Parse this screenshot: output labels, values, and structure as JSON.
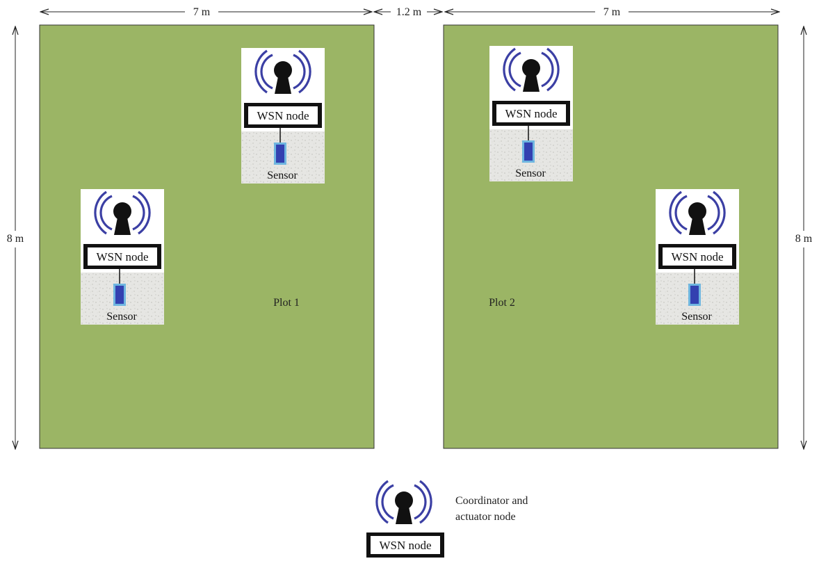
{
  "dimensions": {
    "top_left_width": "7 m",
    "gap_width": "1.2 m",
    "top_right_width": "7 m",
    "left_height": "8 m",
    "right_height": "8 m"
  },
  "plots": [
    {
      "label": "Plot 1"
    },
    {
      "label": "Plot 2"
    }
  ],
  "field_nodes": [
    {
      "node_label": "WSN node",
      "sensor_label": "Sensor"
    },
    {
      "node_label": "WSN node",
      "sensor_label": "Sensor"
    },
    {
      "node_label": "WSN node",
      "sensor_label": "Sensor"
    },
    {
      "node_label": "WSN node",
      "sensor_label": "Sensor"
    }
  ],
  "coordinator": {
    "node_label": "WSN node",
    "caption_line1": "Coordinator and",
    "caption_line2": "actuator node"
  },
  "colors": {
    "plot_fill": "#9bb565",
    "wave": "#3b3fa4",
    "sensor": "#3340b0",
    "sensor_outline": "#6fb6e0",
    "soil": "#e8e8e6"
  }
}
